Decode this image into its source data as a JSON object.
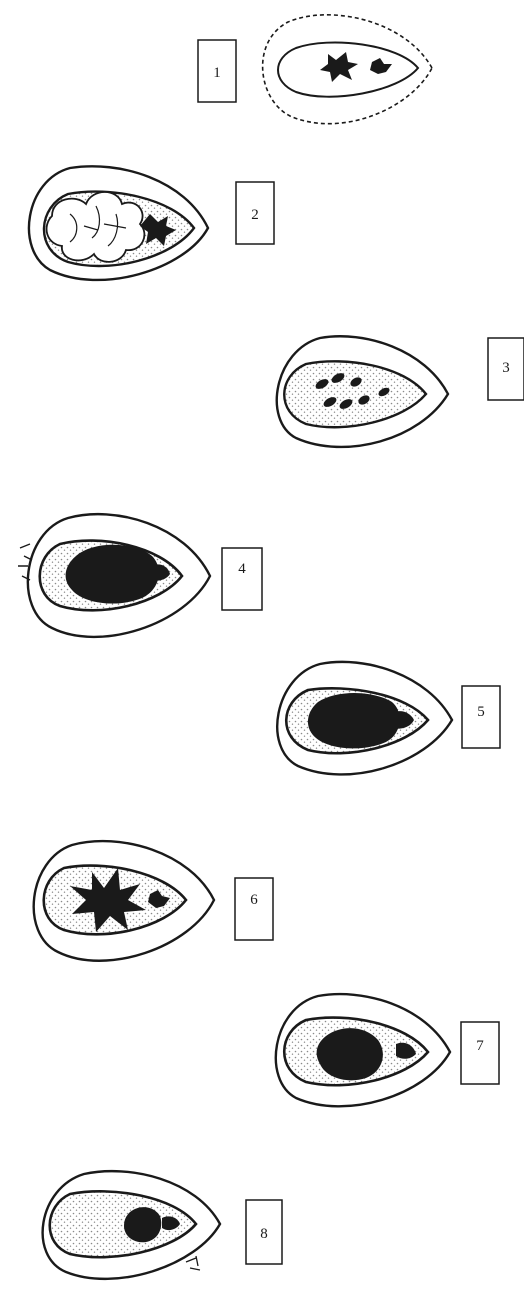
{
  "figure": {
    "stages": [
      {
        "label": "1",
        "fill": "outline",
        "style": "dashed"
      },
      {
        "label": "2",
        "fill": "lobed",
        "style": "solid"
      },
      {
        "label": "3",
        "fill": "spots",
        "style": "solid"
      },
      {
        "label": "4",
        "fill": "dark",
        "style": "solid"
      },
      {
        "label": "5",
        "fill": "dark",
        "style": "solid"
      },
      {
        "label": "6",
        "fill": "star",
        "style": "solid"
      },
      {
        "label": "7",
        "fill": "blob",
        "style": "solid"
      },
      {
        "label": "8",
        "fill": "light",
        "style": "solid"
      }
    ],
    "colors": {
      "ink": "#1a1a1a",
      "stipple": "#8a8a8a",
      "paper": "#ffffff"
    }
  }
}
